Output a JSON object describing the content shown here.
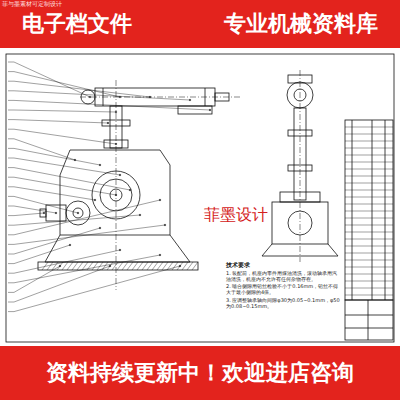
{
  "diagram": {
    "nodes": [
      {
        "text": [
          "电子档文件",
          "专业机械资料库"
        ]
      },
      {
        "text": [
          "资料持续更新中！欢迎进店咨询"
        ]
      }
    ],
    "labels": [
      "菲与墨素材可定制设计",
      "菲墨设计",
      "技术要求",
      "1. 装配前，机座内零件用煤油清洗，滚动轴承用汽油清洗，机座内不允许有任何杂物存在。",
      "2. 啮合侧隙用铅丝检验不小于0.16mm，铅丝不得大于最小侧隙的4倍。",
      "3. 应调整轴承轴向间隙φ30为0.05~0.1mm，φ50为0.08~0.15mm。"
    ]
  }
}
